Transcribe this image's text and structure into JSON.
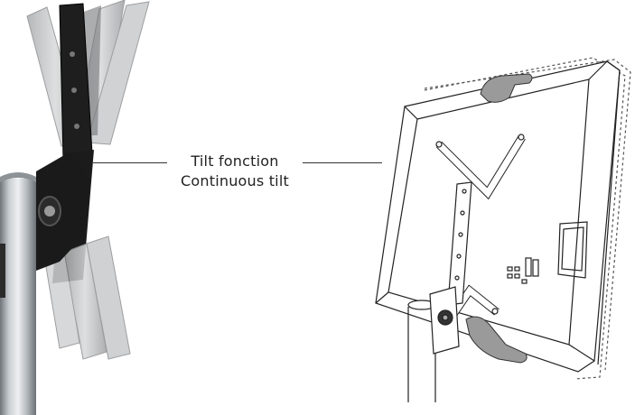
{
  "caption": {
    "line1": "Tilt fonction",
    "line2": "Continuous tilt"
  },
  "colors": {
    "pole_light": "#d5d9dc",
    "pole_dark": "#7d8388",
    "bracket_black": "#1b1b1b",
    "ghost_gray": "#b7b9bb",
    "drawing_line": "#222222",
    "hand_gray": "#8f8f8f"
  },
  "icons": {
    "left_photo": "tilting-bracket-on-pole",
    "right_drawing": "tv-on-pole-tilt-illustration"
  }
}
